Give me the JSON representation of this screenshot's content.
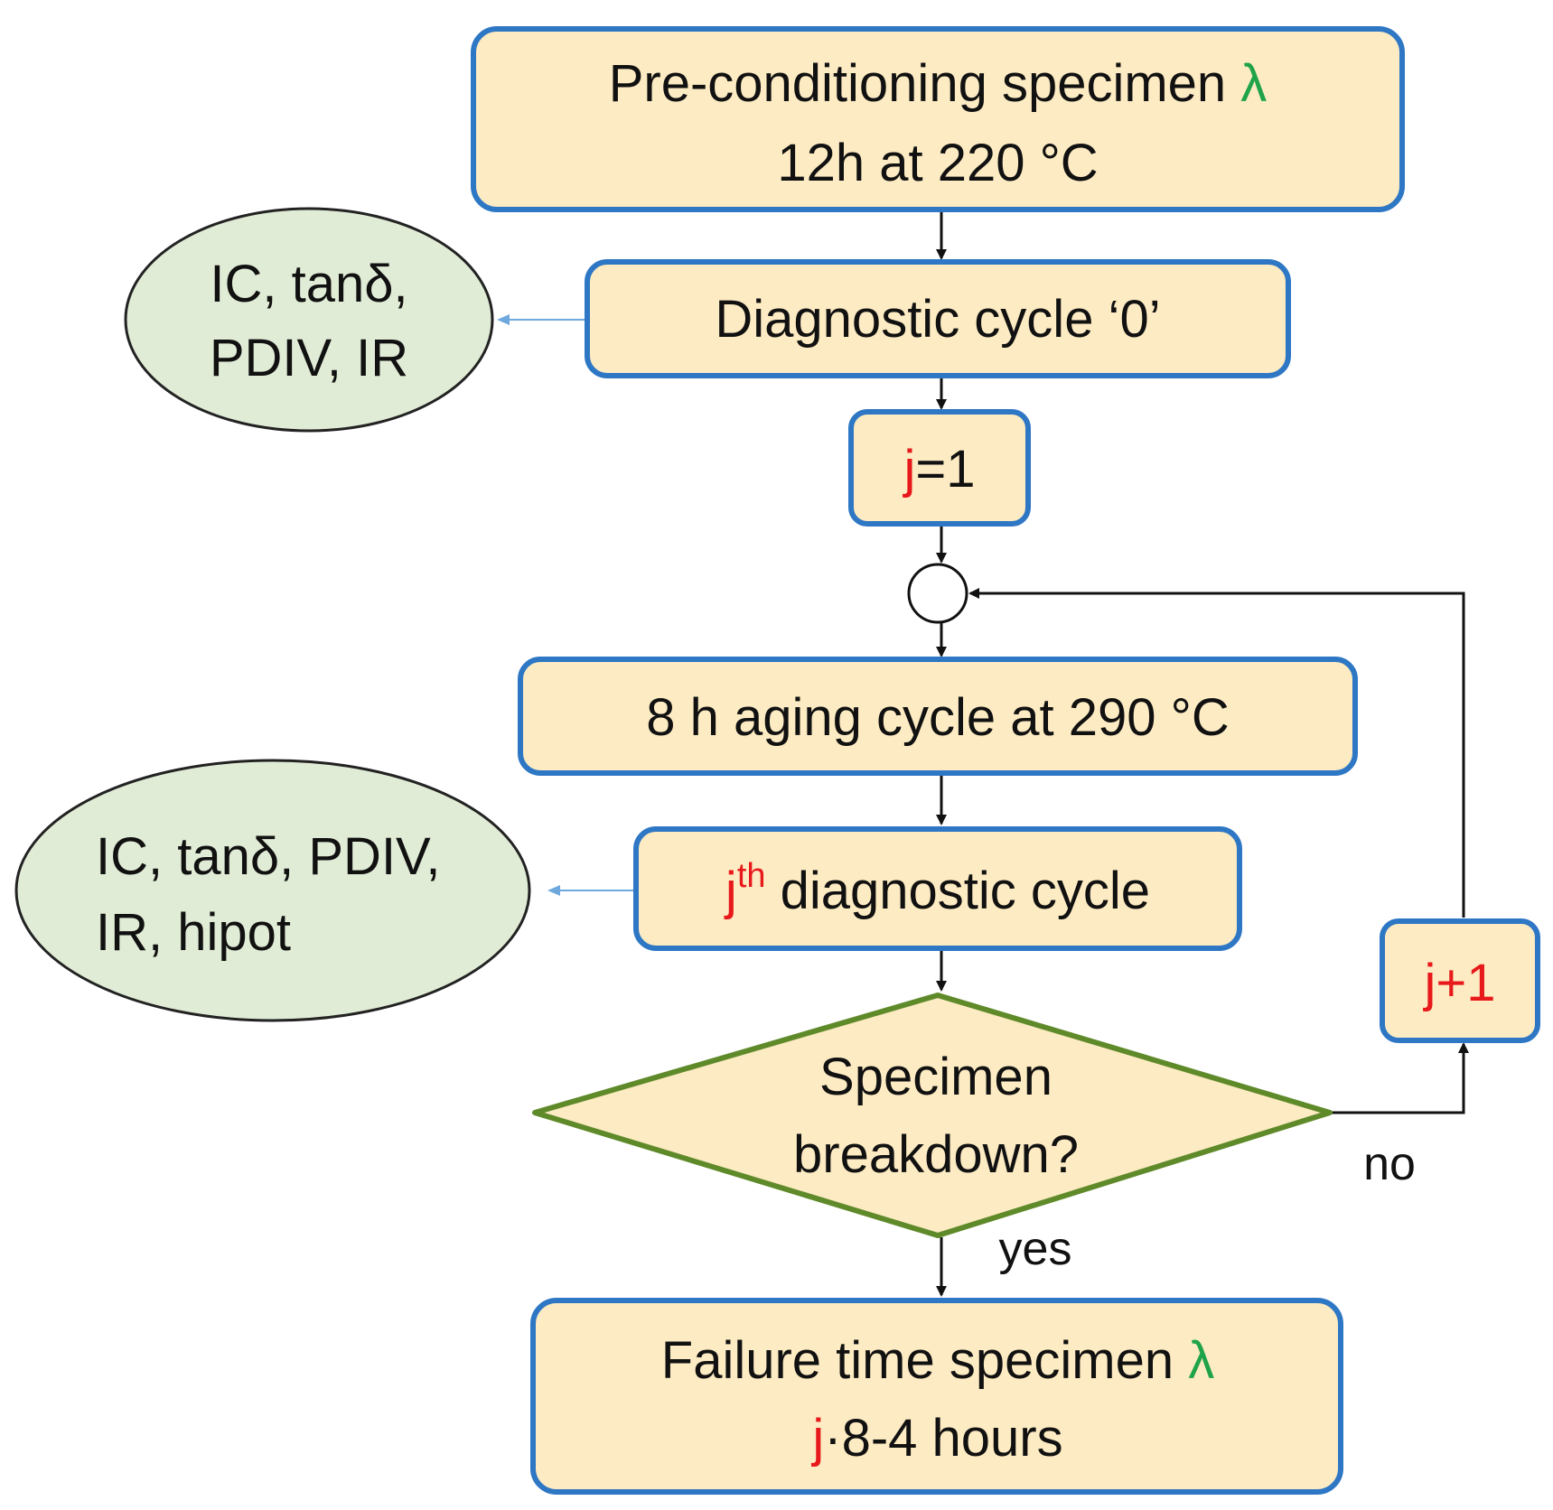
{
  "colors": {
    "box_fill": "#fdebc3",
    "box_stroke": "#2e77c4",
    "ellipse_fill": "#e1ecd6",
    "ellipse_stroke": "#222222",
    "diamond_fill": "#fdebc3",
    "diamond_stroke": "#5f8a2a",
    "arrow": "#111111",
    "side_arrow": "#6fa8dc",
    "variable": "#e8191b",
    "lambda": "#1fa34a"
  },
  "preconditioning": {
    "line1": "Pre-conditioning specimen ",
    "lambda": "λ",
    "line2": "12h at 220 °C"
  },
  "diagnostic0": {
    "label": "Diagnostic cycle ‘0’"
  },
  "measures0": {
    "line1": "IC, tanδ,",
    "line2": "PDIV, IR"
  },
  "init": {
    "var": "j",
    "rest": "=1"
  },
  "aging": {
    "label": "8 h aging cycle at 290 °C"
  },
  "diagnosticj": {
    "var": "j",
    "sup": "th",
    "rest": " diagnostic cycle"
  },
  "measuresj": {
    "line1": "IC, tanδ, PDIV,",
    "line2": "IR, hipot"
  },
  "decision": {
    "line1": "Specimen",
    "line2": "breakdown?"
  },
  "increment": {
    "label": "j+1"
  },
  "labels": {
    "no": "no",
    "yes": "yes"
  },
  "failure": {
    "line1": "Failure time specimen ",
    "lambda": "λ",
    "var": "j",
    "rest": "·8-4 hours"
  }
}
